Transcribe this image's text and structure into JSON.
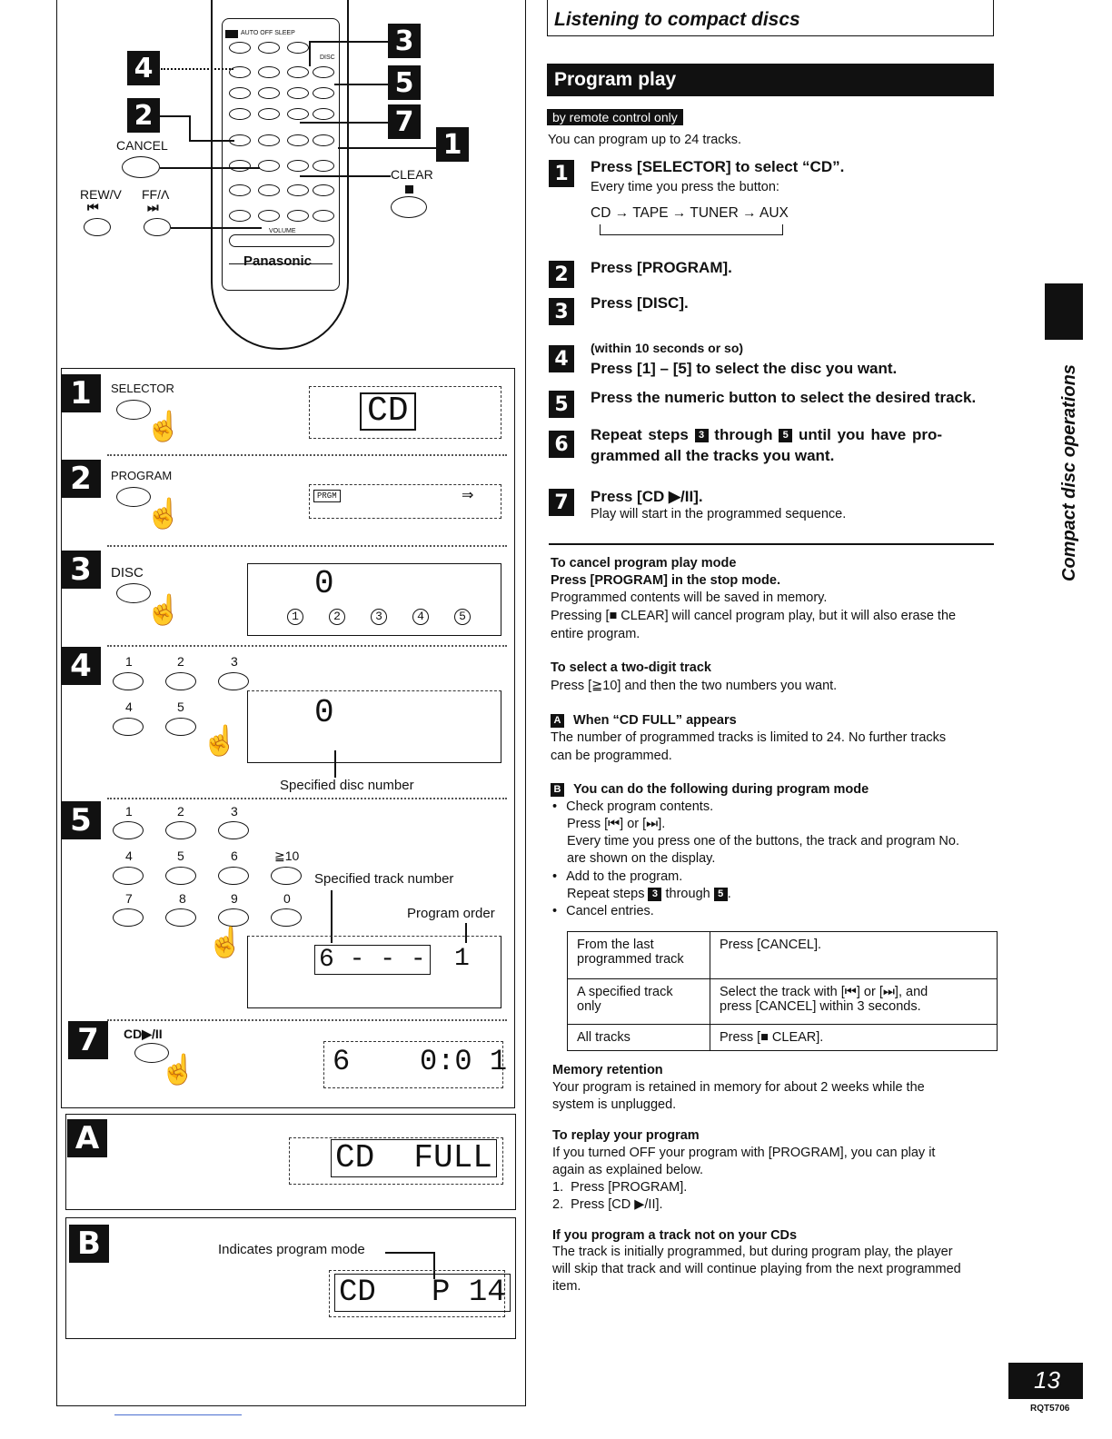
{
  "header": {
    "section_title": "Listening to compact discs"
  },
  "program_play": {
    "title": "Program play",
    "remote_only_label": "by remote control only",
    "intro": "You can program up to 24 tracks."
  },
  "steps": [
    {
      "num": "1",
      "title": "Press [SELECTOR] to select “CD”.",
      "detail": "Every time you press the button:",
      "cycle": "CD → TAPE → TUNER → AUX"
    },
    {
      "num": "2",
      "title": "Press [PROGRAM]."
    },
    {
      "num": "3",
      "title": "Press [DISC]."
    },
    {
      "num": "4",
      "pre": "(within 10 seconds or so)",
      "title": "Press [1] – [5] to select the disc you want."
    },
    {
      "num": "5",
      "title": "Press the numeric button to select the desired track."
    },
    {
      "num": "6",
      "title_a": "Repeat steps",
      "ref_a": "3",
      "title_b": "through",
      "ref_b": "5",
      "title_c": "until you have pro-",
      "title_d": "grammed all the tracks you want."
    },
    {
      "num": "7",
      "title": "Press [CD ▶/II].",
      "detail": "Play will start in the programmed sequence."
    }
  ],
  "cancel": {
    "heading": "To cancel program play mode",
    "subheading": "Press [PROGRAM] in the stop mode.",
    "line1": "Programmed contents will be saved in memory.",
    "line2": "Pressing [■ CLEAR] will cancel program play, but it will also erase the",
    "line3": "entire program."
  },
  "two_digit": {
    "heading": "To select a two-digit track",
    "text": "Press [≧10] and then the two numbers you want."
  },
  "cd_full": {
    "letter": "A",
    "heading": "When “CD FULL” appears",
    "line1": "The number of programmed tracks is limited to 24. No further tracks",
    "line2": "can be programmed."
  },
  "program_mode": {
    "letter": "B",
    "heading": "You can do the following during program mode",
    "b1": "Check program contents.",
    "b1a": "Press [⏮] or [⏭].",
    "b1b": "Every time you press one of the buttons, the track and program No.",
    "b1c": "are shown on the display.",
    "b2": "Add to the program.",
    "b2a": "Repeat steps",
    "b2a_ref1": "3",
    "b2a_mid": "through",
    "b2a_ref2": "5",
    "b3": "Cancel entries."
  },
  "cancel_table": [
    {
      "what_1": "From the last",
      "what_2": "programmed track",
      "how_1": "Press [CANCEL].",
      "how_2": ""
    },
    {
      "what_1": "A specified track",
      "what_2": "only",
      "how_1": "Select the track with [⏮] or [⏭], and",
      "how_2": "press [CANCEL] within 3 seconds."
    },
    {
      "what_1": "All tracks",
      "what_2": "",
      "how_1": "Press [■ CLEAR].",
      "how_2": ""
    }
  ],
  "memory": {
    "heading": "Memory retention",
    "line1": "Your program is retained in memory for about 2 weeks while the",
    "line2": "system is unplugged."
  },
  "replay": {
    "heading": "To replay your program",
    "line1": "If you turned OFF your program with [PROGRAM], you can play it",
    "line2": "again as explained below.",
    "item1": "1.  Press [PROGRAM].",
    "item2": "2.  Press [CD ▶/II]."
  },
  "not_on_cd": {
    "heading": "If you program a track not on your CDs",
    "line1": "The track is initially programmed, but during program play, the player",
    "line2": "will skip that track and will continue playing from the next programmed",
    "line3": "item."
  },
  "side_tab": "Compact disc operations",
  "page_number": "13",
  "doc_code": "RQT5706",
  "remote": {
    "brand": "Panasonic",
    "cancel": "CANCEL",
    "clear": "CLEAR",
    "rew": "REW/V",
    "ff": "FF/Λ",
    "top_row": "AUTO OFF  SLEEP",
    "disc": "DISC",
    "volume": "VOLUME",
    "callouts": [
      "3",
      "4",
      "5",
      "2",
      "7",
      "1"
    ]
  },
  "diagram": {
    "s1_label": "SELECTOR",
    "s1_display": "CD",
    "s2_label": "PROGRAM",
    "s2_display": "PRGM",
    "s3_label": "DISC",
    "s3_display": "0",
    "s4_display": "0",
    "s4_caption": "Specified disc number",
    "s5_caption1": "Specified track number",
    "s5_caption2": "Program order",
    "s5_display_a": "6 - - -",
    "s5_display_b": "1",
    "s7_label": "CD▶/II",
    "s7_display": "6    0:0 1",
    "a_display": "CD  FULL",
    "b_caption": "Indicates program mode",
    "b_display": "CD   P 14",
    "key_row1": [
      "1",
      "2",
      "3"
    ],
    "key_row2": [
      "4",
      "5",
      "6",
      "≧10"
    ],
    "key_row3": [
      "7",
      "8",
      "9",
      "0"
    ],
    "disc_numbers": [
      "1",
      "2",
      "3",
      "4",
      "5"
    ]
  }
}
